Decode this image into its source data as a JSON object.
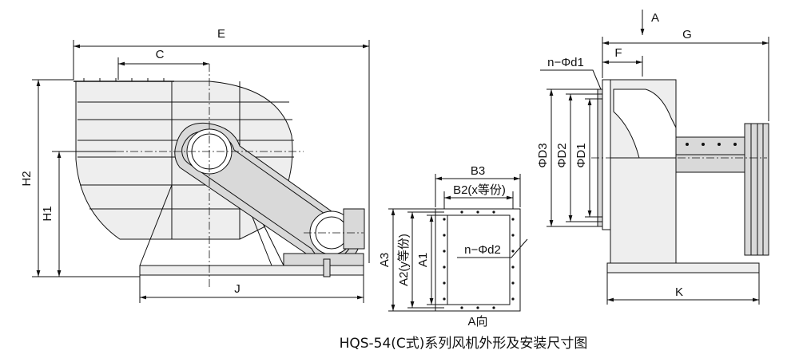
{
  "caption": "HQS-54(C式)系列风机外形及安装尺寸图",
  "side_view": {
    "labels": {
      "E": "E",
      "C": "C",
      "H2": "H2",
      "H1": "H1",
      "J": "J"
    }
  },
  "outlet_view": {
    "labels": {
      "B3": "B3",
      "B2": "B2(x等份)",
      "A3": "A3",
      "A2": "A2(y等份)",
      "A1": "A1",
      "holes": "n−Φd2",
      "view": "A向"
    }
  },
  "front_view": {
    "labels": {
      "A": "A",
      "G": "G",
      "F": "F",
      "holes": "n−Φd1",
      "D3": "ΦD3",
      "D2": "ΦD2",
      "D1": "ΦD1",
      "K": "K"
    }
  }
}
